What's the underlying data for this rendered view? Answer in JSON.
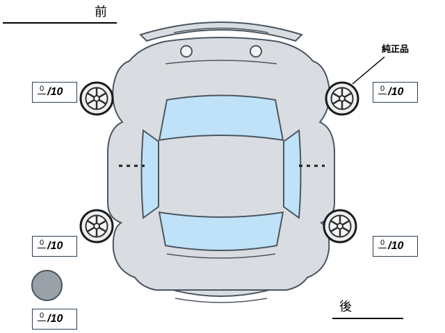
{
  "labels": {
    "front": "前",
    "rear": "後",
    "genuine_part": "純正品"
  },
  "tread_scores": {
    "front_left": {
      "value": "0",
      "max": "/10"
    },
    "front_right": {
      "value": "0",
      "max": "/10"
    },
    "rear_left": {
      "value": "0",
      "max": "/10"
    },
    "rear_right": {
      "value": "0",
      "max": "/10"
    },
    "spare": {
      "value": "0",
      "max": "/10"
    }
  },
  "icons": {
    "wheel": "alloy-wheel-top-view",
    "spare": "spare-tire-circle"
  },
  "colors": {
    "body_fill": "#d9dde1",
    "window_fill": "#bfe2f8",
    "outline": "#4a5560",
    "spare_fill": "#9aa1a8"
  }
}
